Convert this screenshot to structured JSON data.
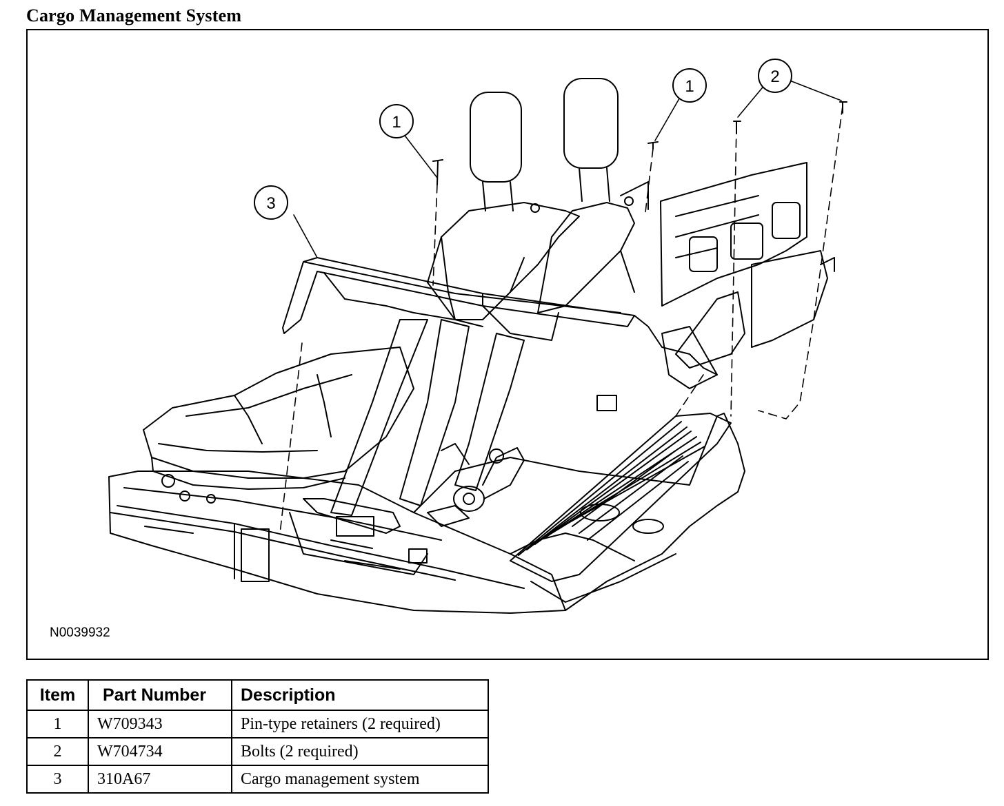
{
  "title": "Cargo Management System",
  "figure": {
    "id": "N0039932",
    "callouts": [
      {
        "number": "1",
        "name": "callout-1-left"
      },
      {
        "number": "1",
        "name": "callout-1-right"
      },
      {
        "number": "2",
        "name": "callout-2"
      },
      {
        "number": "3",
        "name": "callout-3"
      }
    ]
  },
  "table": {
    "headers": [
      "Item",
      "Part Number",
      "Description"
    ],
    "rows": [
      {
        "item": "1",
        "part_number": "W709343",
        "description": "Pin-type retainers (2 required)"
      },
      {
        "item": "2",
        "part_number": "W704734",
        "description": "Bolts (2 required)"
      },
      {
        "item": "3",
        "part_number": "310A67",
        "description": "Cargo management system"
      }
    ]
  }
}
